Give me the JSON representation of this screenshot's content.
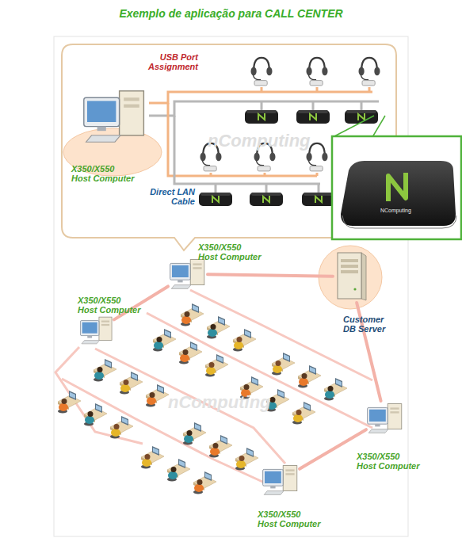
{
  "diagram": {
    "title": "Exemplo de aplicação para CALL CENTER",
    "nodes": [
      {
        "text": [
          "X350/X550 Host Computer"
        ]
      },
      {
        "text": [
          "X350/X550 Host Computer"
        ]
      },
      {
        "text": [
          "X350/X550 Host Computer"
        ]
      },
      {
        "text": [
          "Customer DB Server"
        ]
      },
      {
        "text": [
          "X350/X550 Host Computer"
        ]
      },
      {
        "text": [
          "X350/X550 Host Computer"
        ]
      }
    ],
    "edges": [
      {
        "from": 1,
        "to": 3,
        "arrow": "none"
      },
      {
        "from": 2,
        "to": 1,
        "arrow": "none"
      },
      {
        "from": 4,
        "to": 3,
        "arrow": "none"
      },
      {
        "from": 5,
        "to": 4,
        "arrow": "none"
      }
    ],
    "labels": [
      "USB Port Assignment",
      "Direct LAN Cable",
      "NComputing",
      "nComputing",
      "nComputing"
    ]
  }
}
